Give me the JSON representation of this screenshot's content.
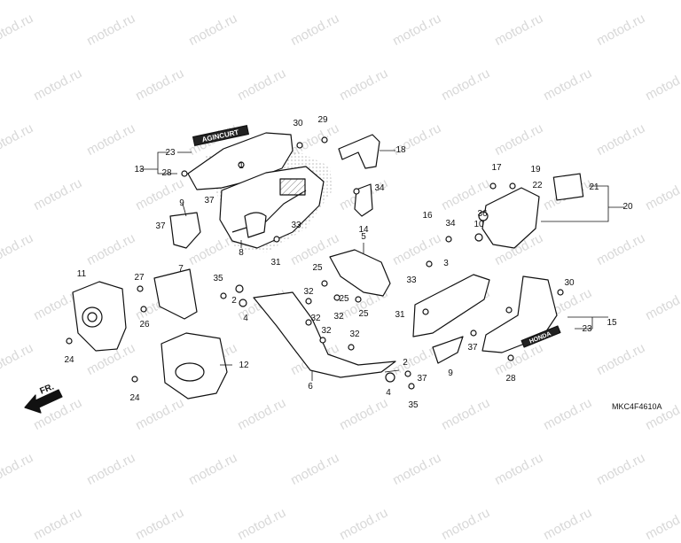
{
  "watermark": {
    "text": "motod.ru",
    "color": "#d8d8d8"
  },
  "diagram_code": "MKC4F4610A",
  "direction_label": "FR.",
  "callouts": {
    "n1": "1",
    "n2": "2",
    "n3": "3",
    "n4": "4",
    "n5": "5",
    "n6": "6",
    "n7": "7",
    "n8": "8",
    "n9": "9",
    "n10": "10",
    "n11": "11",
    "n12": "12",
    "n13": "13",
    "n14": "14",
    "n15": "15",
    "n16": "16",
    "n17": "17",
    "n18": "18",
    "n19": "19",
    "n20": "20",
    "n21": "21",
    "n22": "22",
    "n23": "23",
    "n24": "24",
    "n25": "25",
    "n26": "26",
    "n27": "27",
    "n28": "28",
    "n29": "29",
    "n30": "30",
    "n31": "31",
    "n32": "32",
    "n33": "33",
    "n34": "34",
    "n35": "35",
    "n36": "36",
    "n37": "37"
  },
  "decals": {
    "left_upper": "AGINCURT",
    "right_lower": "HONDA"
  },
  "colors": {
    "line": "#111111",
    "hatch": "#bdbdbd"
  },
  "icons": {
    "arrow": "front-arrow-icon"
  }
}
